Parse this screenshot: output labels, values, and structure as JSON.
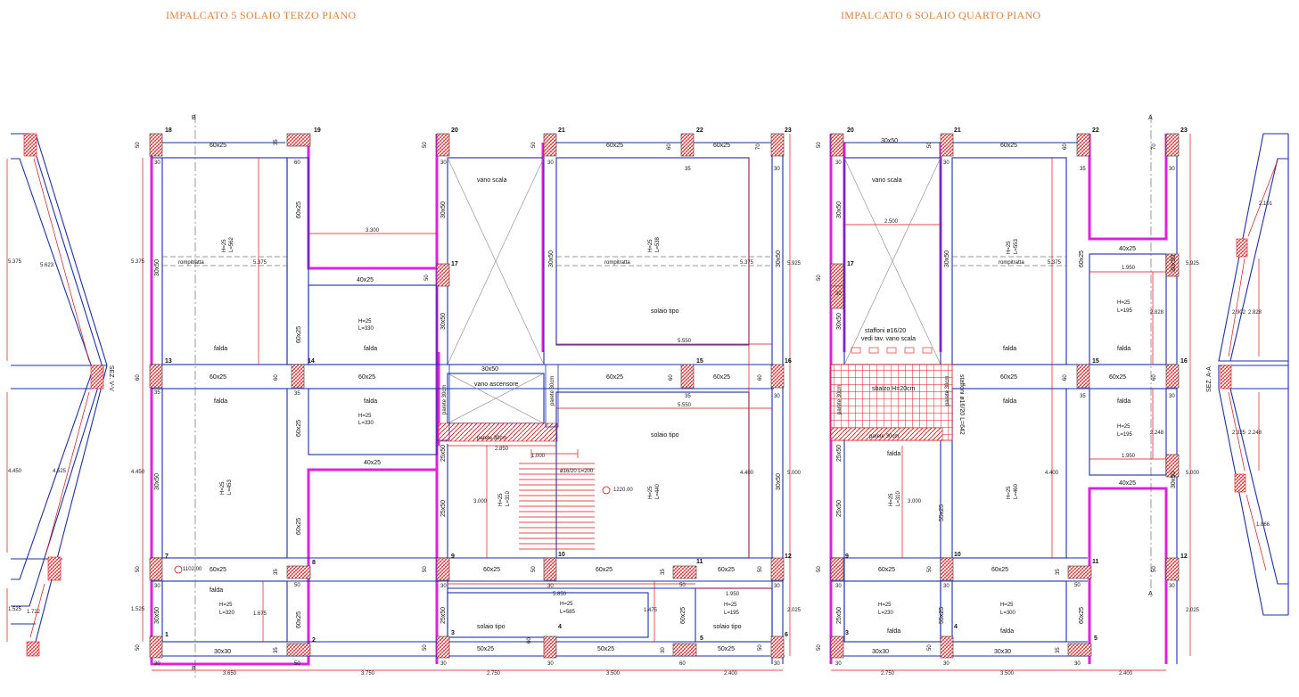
{
  "titles": {
    "left": "IMPALCATO 5 SOLAIO TERZO PIANO",
    "right": "IMPALCATO 6 SOLAIO QUARTO PIANO"
  },
  "columns_left": [
    "18",
    "19",
    "20",
    "21",
    "22",
    "23",
    "17",
    "13",
    "14",
    "15",
    "16",
    "7",
    "8",
    "9",
    "10",
    "11",
    "12",
    "1",
    "2",
    "3",
    "4",
    "5",
    "6"
  ],
  "columns_right": [
    "20",
    "21",
    "22",
    "23",
    "17",
    "15",
    "16",
    "9",
    "10",
    "11",
    "12",
    "3",
    "4",
    "5"
  ],
  "beams": {
    "b60x25": "60x25",
    "b40x25": "40x25",
    "b30x50": "30x50",
    "b25x50": "25x50",
    "b50x25": "50x25",
    "b30x30": "30x30",
    "b55x25": "55x25"
  },
  "labels": {
    "vano_scala": "vano scala",
    "vano_ascensore": "vano ascensore",
    "solaio_tipo": "solaio tipo",
    "falda": "falda",
    "rompitratta": "rompitratta",
    "parete_30": "parete 30cm",
    "staffoni": "staffoni ø16/20",
    "vedi_tav": "vedi tav. vano scala",
    "sbalzo": "sbalzo H=20cm",
    "staffe_stair": "ø16/20 L=200",
    "staffoni_vert": "staffoni ø16/20 L=642",
    "sez_vv": "SEZ. V-V",
    "sez_aa": "SEZ. A-A",
    "v": "V",
    "b": "B",
    "a": "A"
  },
  "slabs": {
    "h25": "H=25",
    "l562": "L=562",
    "l538": "L=538",
    "l330": "L=330",
    "l453": "L=453",
    "l310": "L=310",
    "l440": "L=440",
    "l320": "L=320",
    "l585": "L=585",
    "l195": "L=195",
    "l553": "L=553",
    "l460": "L=460",
    "l230": "L=230",
    "l300": "L=300"
  },
  "dims": {
    "d5375": "5.375",
    "d5623": "5.623",
    "d4450": "4.450",
    "d4525": "4.525",
    "d1525": "1.525",
    "d1722": "1.722",
    "d3300": "3.300",
    "d5550": "5.550",
    "d2850": "2.850",
    "d1000": "1.000",
    "d3000": "3.000",
    "d4400": "4.400",
    "d5925": "5.925",
    "d5000": "5.000",
    "d2025": "2.025",
    "d5850": "5.850",
    "d1475": "1.475",
    "d1950": "1.950",
    "d1675": "1.675",
    "d3650": "3.650",
    "d3750": "3.750",
    "d2750": "2.750",
    "d3500": "3.500",
    "d2400": "2.400",
    "d2500": "2.500",
    "d2828": "2.828",
    "d2248": "2.248",
    "d2101": "2.101",
    "d2902": "2.902",
    "d2325": "2.325",
    "d1866": "1.866",
    "e110200": "1102.00",
    "e122000": "1220.00",
    "s50": "50",
    "s60": "60",
    "s35": "35",
    "s30": "30",
    "s70": "70"
  },
  "colors": {
    "beam": "#1a2fb0",
    "wall": "#e020e0",
    "column_hatch": "#e01010",
    "title": "#e8803a"
  }
}
